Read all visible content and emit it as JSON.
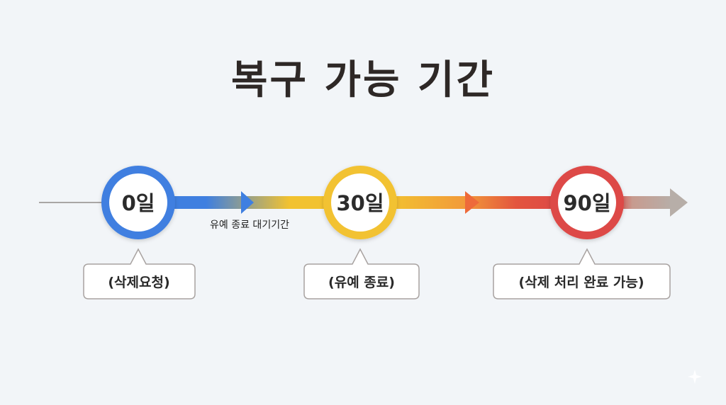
{
  "title": "복구 가능 기간",
  "milestones": [
    {
      "label": "0일",
      "callout": "(삭제요청)",
      "color": "#3f7fe0"
    },
    {
      "label": "30일",
      "callout": "(유예 종료)",
      "color": "#f2c230"
    },
    {
      "label": "90일",
      "callout": "(삭제 처리 완료 가능)",
      "color": "#dd4946"
    }
  ],
  "grace_period_label": "유예 종료 대기기간",
  "colors": {
    "background": "#f2f5f8",
    "blue": "#3f7fe0",
    "yellow": "#f2c230",
    "orange": "#f29a3a",
    "red": "#dd4946",
    "gray": "#b7aea8"
  }
}
